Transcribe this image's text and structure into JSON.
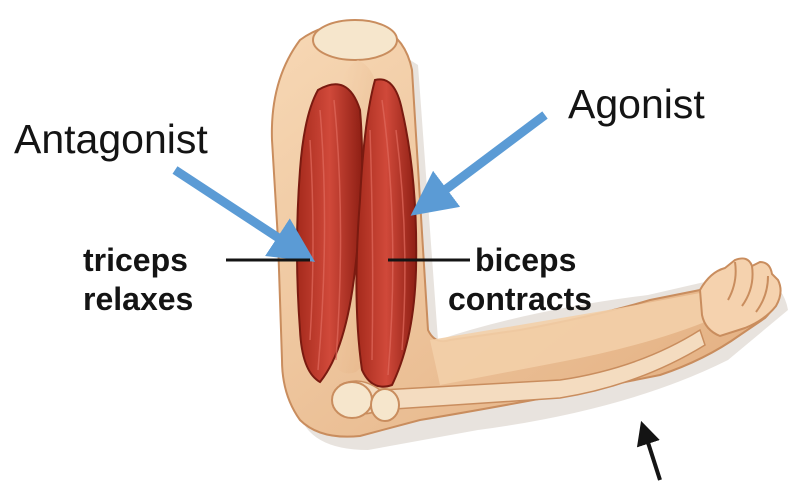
{
  "diagram": {
    "labels": {
      "antagonist": "Antagonist",
      "agonist": "Agonist",
      "triceps_line1": "triceps",
      "triceps_line2": "relaxes",
      "biceps_line1": "biceps",
      "biceps_line2": "contracts"
    },
    "colors": {
      "skin": "#f2c9a0",
      "skin_shadow": "#d9a274",
      "muscle": "#c0392b",
      "muscle_dark": "#8e1f14",
      "bone": "#f5e0c0",
      "arrow_blue": "#5b9bd5",
      "text": "#141414"
    }
  }
}
